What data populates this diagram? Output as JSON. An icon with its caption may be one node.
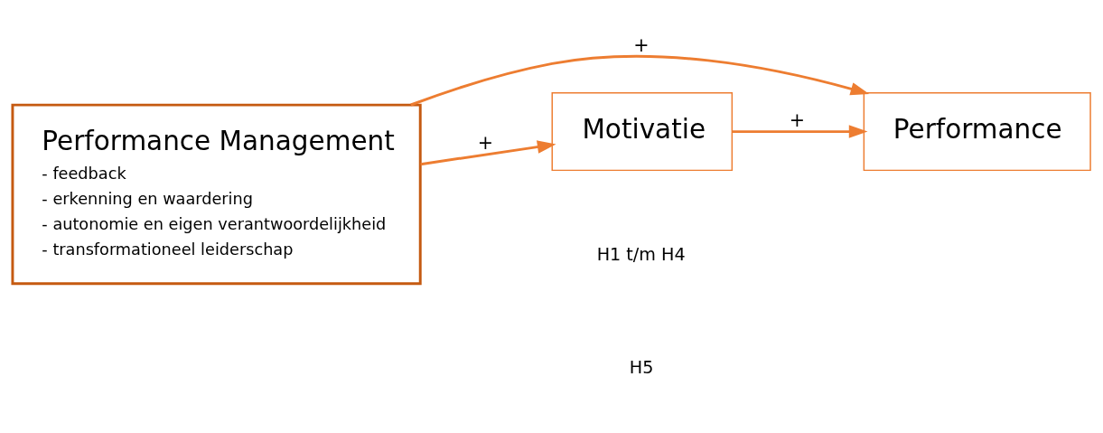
{
  "diagram": {
    "nodes": [
      {
        "text": [
          "Performance Management",
          "- feedback",
          "- erkenning en waardering",
          "- autonomie en eigen verantwoordelijkheid",
          "- transformationeel leiderschap"
        ]
      },
      {
        "text": [
          "Performance"
        ]
      },
      {
        "text": [
          "Motivatie"
        ]
      }
    ],
    "edges": [
      {
        "from": 0,
        "to": 1,
        "arrow": "to",
        "label": "+"
      },
      {
        "from": 0,
        "to": 2,
        "arrow": "to",
        "label": "+"
      },
      {
        "from": 2,
        "to": 1,
        "arrow": "to",
        "label": "+"
      }
    ],
    "labels": [
      "H1 t/m H4",
      "H5"
    ]
  }
}
